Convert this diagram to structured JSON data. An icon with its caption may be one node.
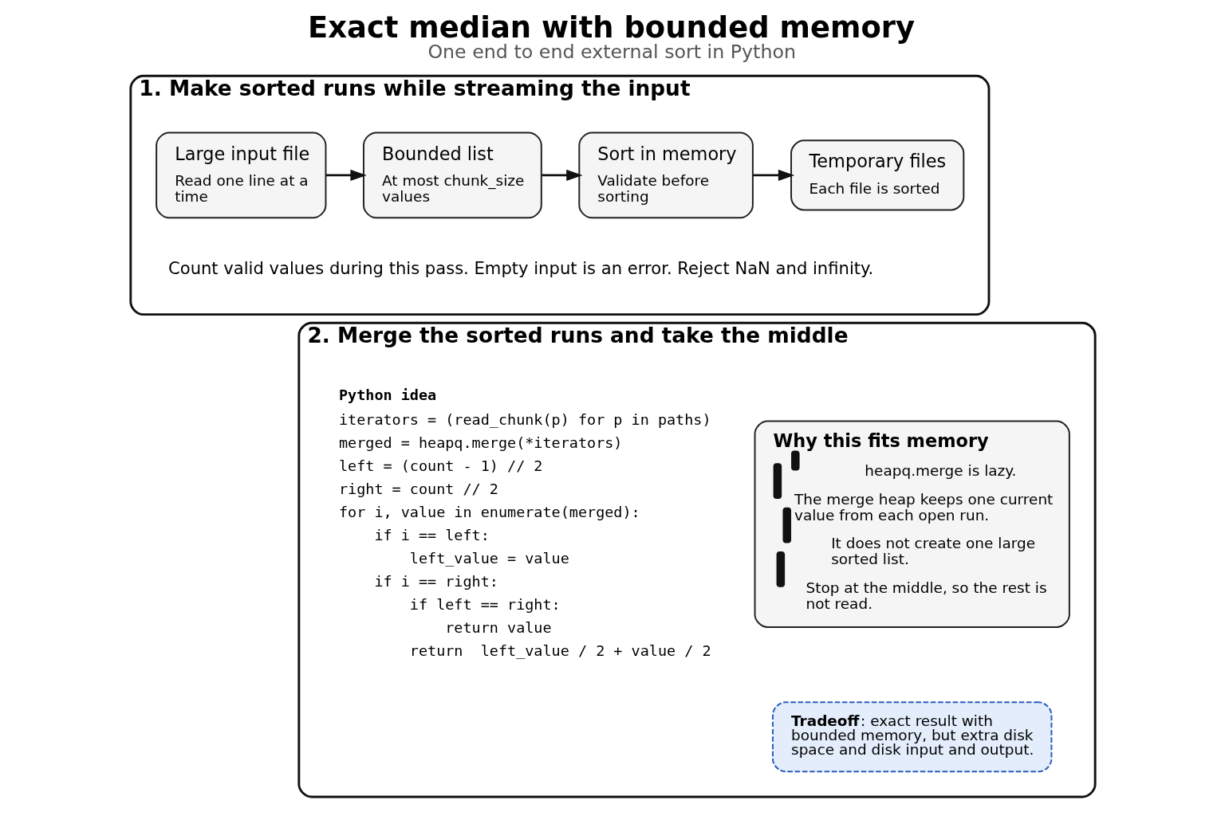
{
  "diagram": {
    "title": "Exact median with bounded memory",
    "caption": "One end to end external sort in Python",
    "nodes": [
      {
        "text": [
          "1. Make sorted runs while streaming the input"
        ]
      },
      {
        "text": [
          "Large input file",
          "Read one line at a time"
        ],
        "in": 0
      },
      {
        "text": [
          "Bounded list",
          "At most chunk_size values"
        ],
        "in": 0
      },
      {
        "text": [
          "Sort in memory",
          "Validate before sorting"
        ],
        "in": 0
      },
      {
        "text": [
          "Temporary files",
          "Each file is sorted"
        ],
        "in": 0
      },
      {
        "text": [
          "2. Merge the sorted runs and take the middle"
        ]
      },
      {
        "text": [
          "Why this fits memory",
          "heapq.merge is lazy.",
          "The merge heap keeps one current value from each open run.",
          "It does not create one large sorted list.",
          "Stop at the middle, so the rest is not read."
        ],
        "in": 5
      },
      {
        "text": [
          "**Tradeoff**: exact result with bounded memory, but extra disk space and disk input and output."
        ],
        "in": 5
      }
    ],
    "edges": [
      {
        "from": 1,
        "to": 2,
        "arrow": "to"
      },
      {
        "from": 2,
        "to": 3,
        "arrow": "to"
      },
      {
        "from": 3,
        "to": 4,
        "arrow": "to"
      }
    ],
    "labels": [
      "Count valid values during this pass. Empty input is an error. Reject NaN and infinity.",
      "Python idea",
      "iterators = (read_chunk(p) for p in paths)",
      "merged = heapq.merge(*iterators)",
      "left = (count - 1) // 2",
      "right = count // 2",
      "for i, value in enumerate(merged):",
      "    if i == left:",
      "        left_value = value",
      "    if i == right:",
      "        if left == right:",
      "            return value",
      "        return  left_value / 2 + value / 2"
    ]
  }
}
